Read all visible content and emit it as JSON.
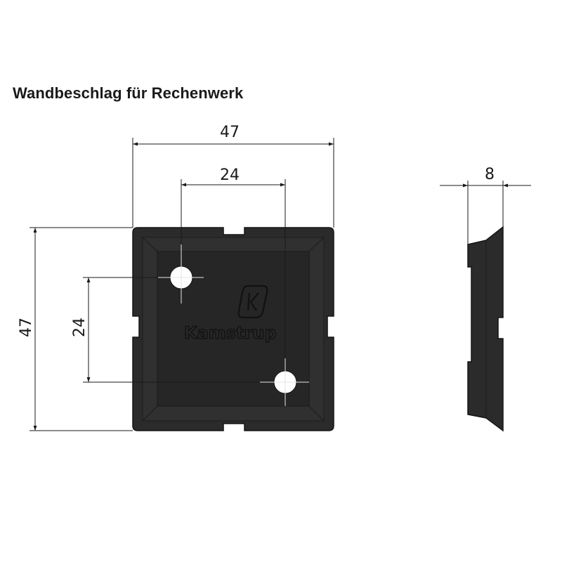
{
  "title": "Wandbeschlag für Rechenwerk",
  "front_view": {
    "width_dim": "47",
    "height_dim": "47",
    "hole_spacing_horizontal": "24",
    "hole_spacing_vertical": "24",
    "logo_text": "Kamstrup"
  },
  "side_view": {
    "depth_dim": "8"
  },
  "colors": {
    "plate": "#2b2b2b",
    "plate_inner": "#252525",
    "plate_edge": "#151515",
    "dimension_line": "#1a1a1a",
    "hole": "#ffffff"
  }
}
